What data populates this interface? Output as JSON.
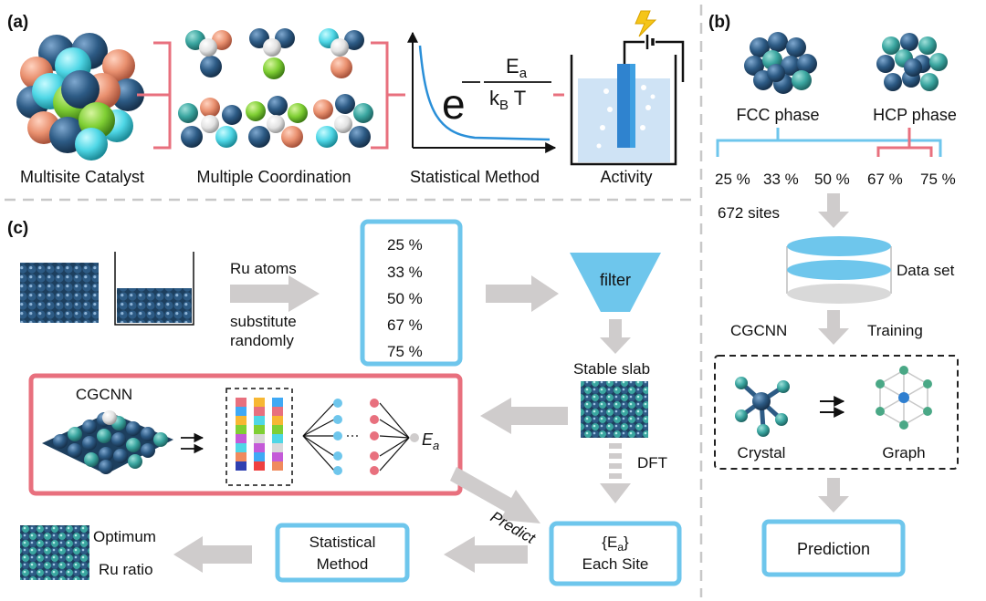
{
  "panels": {
    "a": {
      "label": "(a)",
      "captions": {
        "multisite": "Multisite Catalyst",
        "coordination": "Multiple Coordination",
        "statistical": "Statistical Method",
        "activity": "Activity"
      },
      "formula": {
        "base": "e",
        "minus": "−",
        "numerator": "E",
        "numerator_sub": "a",
        "denominator": "k",
        "denominator_sub": "B",
        "denominator_tail": " T"
      }
    },
    "b": {
      "label": "(b)",
      "fcc": "FCC phase",
      "hcp": "HCP phase",
      "ratios": [
        "25 %",
        "33 %",
        "50 %",
        "67 %",
        "75 %"
      ],
      "sites": "672 sites",
      "dataset": "Data set",
      "cgcnn": "CGCNN",
      "training": "Training",
      "crystal": "Crystal",
      "graph": "Graph",
      "prediction": "Prediction"
    },
    "c": {
      "label": "(c)",
      "ru_atoms": "Ru atoms",
      "substitute": "substitute",
      "randomly": "randomly",
      "ratios": [
        "25 %",
        "33 %",
        "50 %",
        "67 %",
        "75 %"
      ],
      "filter": "filter",
      "stable_slab": "Stable slab",
      "dft": "DFT",
      "cgcnn": "CGCNN",
      "ea_symbol": "E",
      "ea_sub": "a",
      "predict": "Predict",
      "each_site_top": "{E",
      "each_site_sub": "a",
      "each_site_close": "}",
      "each_site_bottom": "Each Site",
      "statistical_1": "Statistical",
      "statistical_2": "Method",
      "optimum": "Optimum",
      "ru_ratio": "Ru ratio"
    }
  },
  "colors": {
    "blue_box": "#6ec6ec",
    "pink_box": "#e8707e",
    "arrow_gray": "#cfcccc",
    "atom_dark": "#2d5b85",
    "atom_teal": "#3aa6a0"
  }
}
